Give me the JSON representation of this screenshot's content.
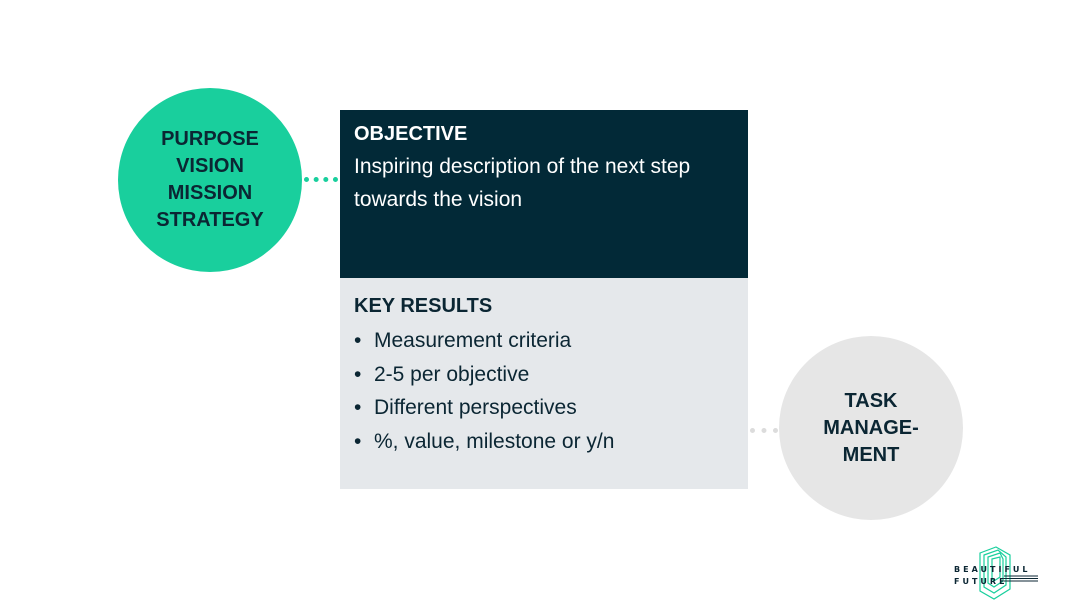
{
  "purpose_circle": {
    "lines": [
      "PURPOSE",
      "VISION",
      "MISSION",
      "STRATEGY"
    ]
  },
  "objective": {
    "heading": "OBJECTIVE",
    "description": "Inspiring description of the next step towards the vision"
  },
  "key_results": {
    "heading": "KEY RESULTS",
    "items": [
      "Measurement criteria",
      "2-5 per objective",
      "Different perspectives",
      "%, value, milestone or y/n"
    ]
  },
  "task_circle": {
    "lines": [
      "TASK",
      "MANAGE-",
      "MENT"
    ]
  },
  "logo": {
    "line1": "BEAUTIFUL",
    "line2": "FUTURE"
  },
  "colors": {
    "green": "#19cf9d",
    "navy": "#022937",
    "light_grey": "#e5e8eb",
    "circle_grey": "#e6e6e6"
  }
}
